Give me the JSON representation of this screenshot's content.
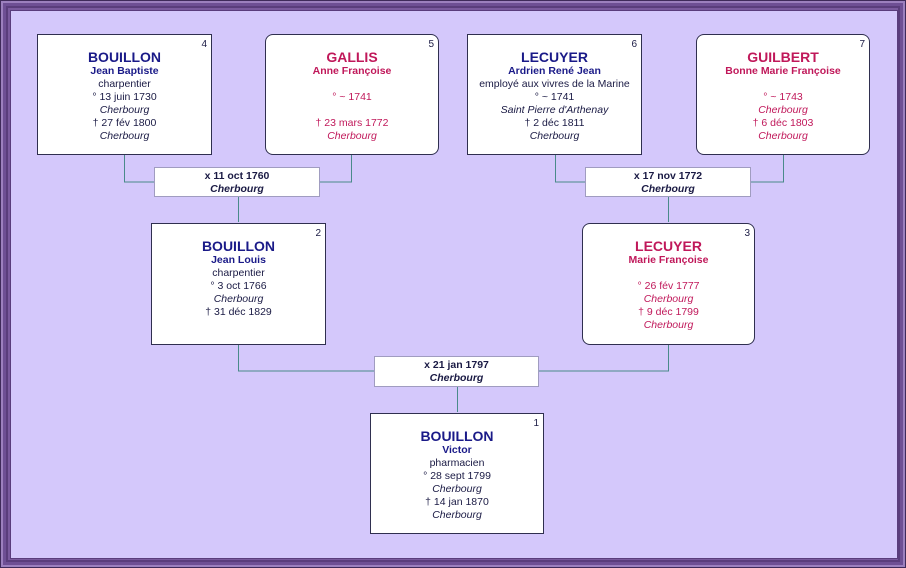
{
  "persons": {
    "p1": {
      "num": "1",
      "surname": "BOUILLON",
      "given": "Victor",
      "occupation": "pharmacien",
      "birth": "° 28 sept 1799",
      "birth_place": "Cherbourg",
      "death": "† 14 jan 1870",
      "death_place": "Cherbourg"
    },
    "p2": {
      "num": "2",
      "surname": "BOUILLON",
      "given": "Jean Louis",
      "occupation": "charpentier",
      "birth": "° 3 oct 1766",
      "birth_place": "Cherbourg",
      "death": "† 31 déc 1829",
      "death_place": ""
    },
    "p3": {
      "num": "3",
      "surname": "LECUYER",
      "given": "Marie Françoise",
      "occupation": "",
      "birth": "° 26 fév 1777",
      "birth_place": "Cherbourg",
      "death": "† 9 déc 1799",
      "death_place": "Cherbourg"
    },
    "p4": {
      "num": "4",
      "surname": "BOUILLON",
      "given": "Jean Baptiste",
      "occupation": "charpentier",
      "birth": "° 13 juin 1730",
      "birth_place": "Cherbourg",
      "death": "† 27 fév 1800",
      "death_place": "Cherbourg"
    },
    "p5": {
      "num": "5",
      "surname": "GALLIS",
      "given": "Anne Françoise",
      "occupation": "",
      "birth": "° ~ 1741",
      "birth_place": "",
      "death": "† 23 mars 1772",
      "death_place": "Cherbourg"
    },
    "p6": {
      "num": "6",
      "surname": "LECUYER",
      "given": "Ardrien René Jean",
      "occupation": "employé aux vivres de la Marine",
      "birth": "° ~ 1741",
      "birth_place": "Saint Pierre d'Arthenay",
      "death": "† 2 déc 1811",
      "death_place": "Cherbourg"
    },
    "p7": {
      "num": "7",
      "surname": "GUILBERT",
      "given": "Bonne Marie Françoise",
      "occupation": "",
      "birth": "° ~ 1743",
      "birth_place": "Cherbourg",
      "death": "† 6 déc 1803",
      "death_place": "Cherbourg"
    }
  },
  "marriages": {
    "m1": {
      "date": "x 21 jan 1797",
      "place": "Cherbourg"
    },
    "m2": {
      "date": "x 11 oct 1760",
      "place": "Cherbourg"
    },
    "m3": {
      "date": "x 17 nov 1772",
      "place": "Cherbourg"
    }
  },
  "colors": {
    "background": "#d4c8fb",
    "frame": "#7a5a9e",
    "line": "#4a8a8a",
    "male": "#1a1a88",
    "female": "#c0185a"
  }
}
